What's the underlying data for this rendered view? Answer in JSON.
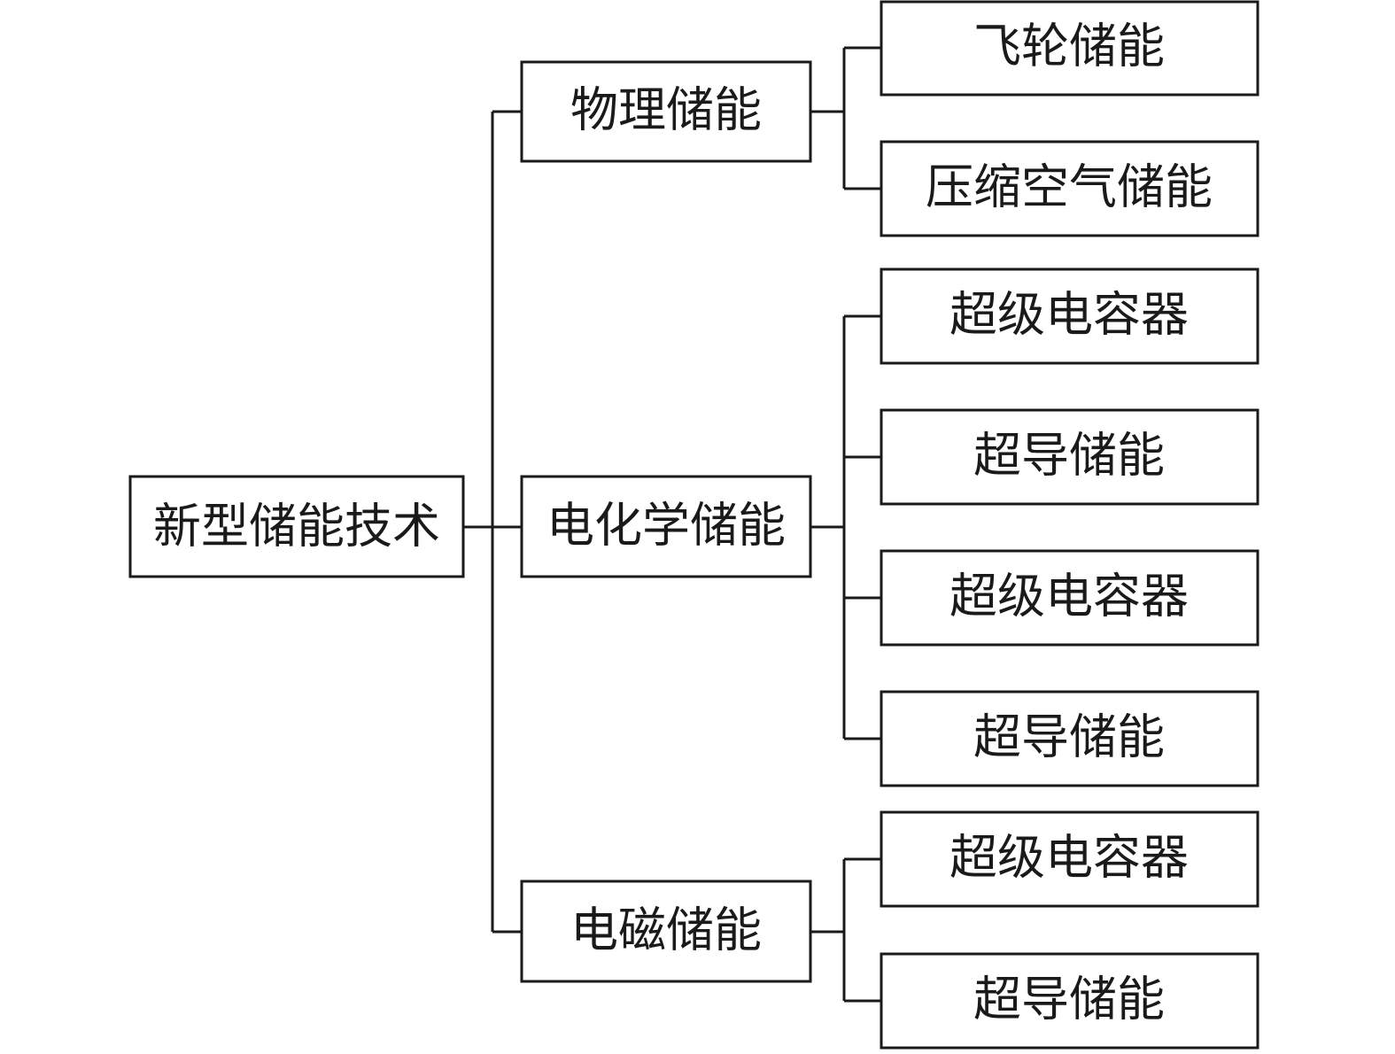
{
  "root": {
    "label": "新型储能技术"
  },
  "categories": [
    {
      "label": "物理储能",
      "items": [
        "飞轮储能",
        "压缩空气储能"
      ]
    },
    {
      "label": "电化学储能",
      "items": [
        "超级电容器",
        "超导储能",
        "超级电容器",
        "超导储能"
      ]
    },
    {
      "label": "电磁储能",
      "items": [
        "超级电容器",
        "超导储能"
      ]
    }
  ]
}
